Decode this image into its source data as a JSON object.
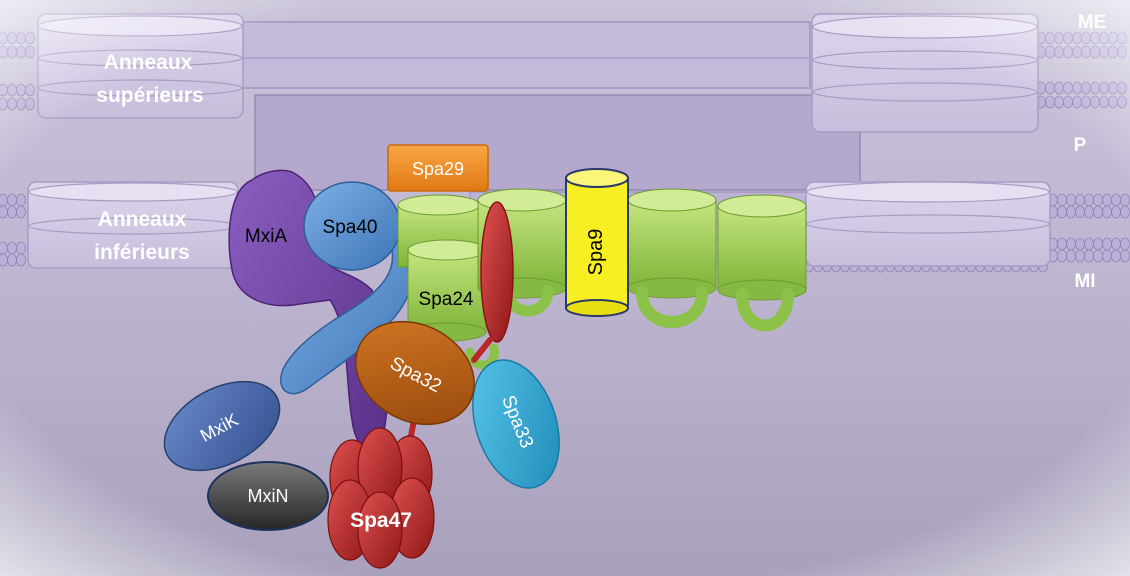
{
  "regions": {
    "outer_membrane": "ME",
    "periplasm": "P",
    "inner_membrane": "MI"
  },
  "rings": {
    "upper": [
      "Anneaux",
      "supérieurs"
    ],
    "lower": [
      "Anneaux",
      "inférieurs"
    ]
  },
  "proteins": {
    "mxia": "MxiA",
    "spa40": "Spa40",
    "spa29": "Spa29",
    "spa24": "Spa24",
    "spa9": "Spa9",
    "spa32": "Spa32",
    "spa33": "Spa33",
    "mxik": "MxiK",
    "mxin": "MxiN",
    "spa47": "Spa47"
  },
  "colors": {
    "membrane": "#b9aed0",
    "ring": "#d4cbe4",
    "mxia": "#6c3f9e",
    "spa40": "#4e86c6",
    "spa29": "#f08a1c",
    "spa24": "#94c94a",
    "spa9": "#f5ef1c",
    "spa32": "#b65a10",
    "spa33": "#2ea8d4",
    "mxik": "#4767a8",
    "mxin": "#3c3c3c",
    "spa47": "#b92828",
    "red_ellipse": "#d42e2e"
  }
}
